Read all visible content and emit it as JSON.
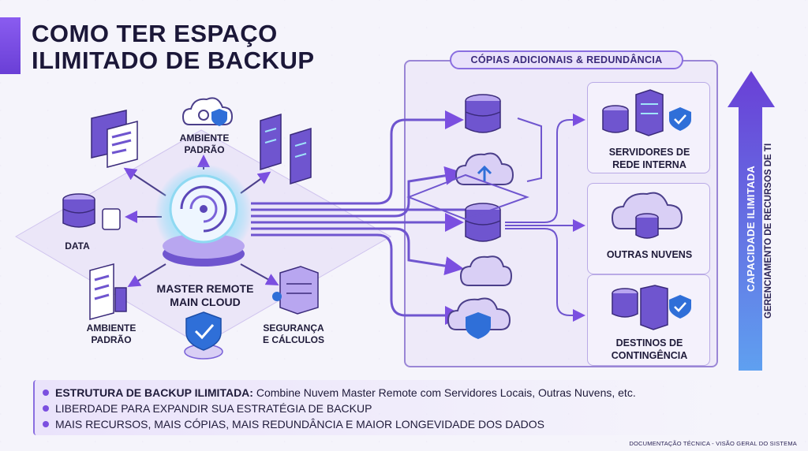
{
  "title": {
    "line1": "COMO TER ESPAÇO",
    "line2": "ILIMITADO DE BACKUP"
  },
  "left_nodes": {
    "top": "AMBIENTE\nPADRÃO",
    "data": "DATA",
    "bottom_left": "AMBIENTE\nPADRÃO",
    "bottom_right": "SEGURANÇA\nE CÁLCULOS"
  },
  "hub": {
    "label_line1": "MASTER REMOTE",
    "label_line2": "MAIN CLOUD"
  },
  "right_panel": {
    "header": "CÓPIAS ADICIONAIS & REDUNDÂNCIA",
    "destinations": [
      {
        "line1": "SERVIDORES DE",
        "line2": "REDE INTERNA"
      },
      {
        "line1": "OUTRAS NUVENS",
        "line2": ""
      },
      {
        "line1": "DESTINOS DE",
        "line2": "CONTINGÊNCIA"
      }
    ]
  },
  "side": {
    "capacity": "CAPACIDADE ILIMITADA",
    "management": "GERENCIAMENTO DE RECURSOS DE TI"
  },
  "bullets": [
    {
      "bold": "ESTRUTURA DE BACKUP ILIMITADA:",
      "text": " Combine Nuvem Master Remote com Servidores Locais, Outras Nuvens, etc."
    },
    {
      "bold": "",
      "text": "LIBERDADE PARA EXPANDIR SUA ESTRATÉGIA DE BACKUP"
    },
    {
      "bold": "",
      "text": "MAIS RECURSOS, MAIS CÓPIAS, MAIS REDUNDÂNCIA E MAIOR LONGEVIDADE DOS DADOS"
    }
  ],
  "footer": "DOCUMENTAÇÃO TÉCNICA - VISÃO GERAL DO SISTEMA",
  "colors": {
    "accent": "#7b4fe0",
    "accent_dark": "#3a2a7a",
    "panel_border": "#9a86d6",
    "icon_dark": "#4b3f8a",
    "icon_light": "#c9bdf0",
    "shield": "#2f6fd8",
    "glow": "#6fd6f5"
  }
}
